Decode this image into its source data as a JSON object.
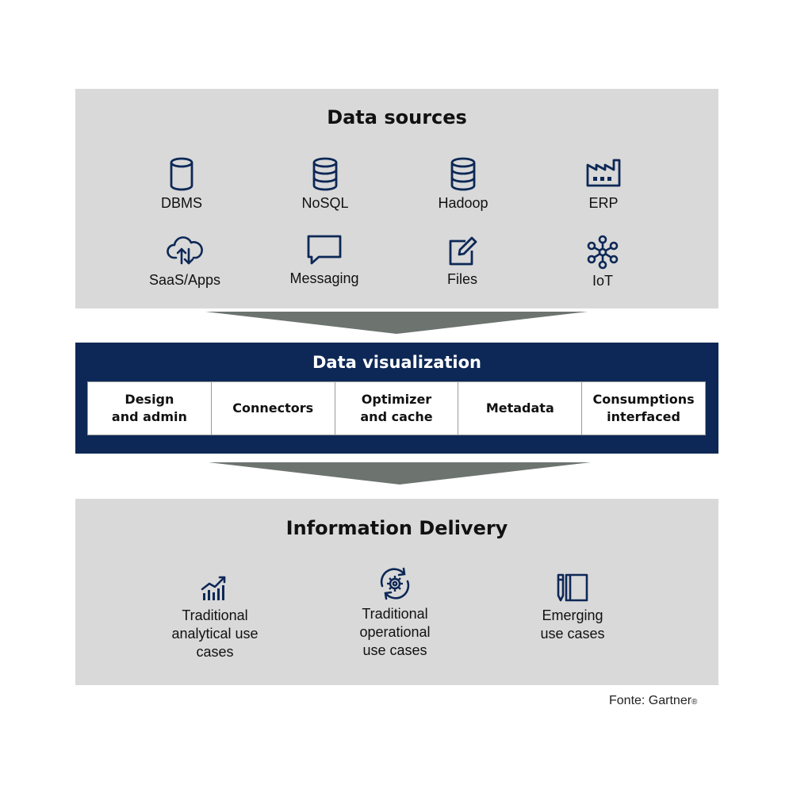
{
  "colors": {
    "panel_bg": "#d9d9d9",
    "viz_bg": "#0d2856",
    "icon": "#0d2856",
    "arrow": "#6d7470"
  },
  "data_sources": {
    "title": "Data sources",
    "items": [
      {
        "label": "DBMS",
        "icon": "cylinder-icon"
      },
      {
        "label": "NoSQL",
        "icon": "database-icon"
      },
      {
        "label": "Hadoop",
        "icon": "database-icon"
      },
      {
        "label": "ERP",
        "icon": "factory-icon"
      },
      {
        "label": "SaaS/Apps",
        "icon": "cloud-sync-icon"
      },
      {
        "label": "Messaging",
        "icon": "chat-bubble-icon"
      },
      {
        "label": "Files",
        "icon": "edit-document-icon"
      },
      {
        "label": "IoT",
        "icon": "network-nodes-icon"
      }
    ]
  },
  "data_visualization": {
    "title": "Data visualization",
    "components": [
      "Design\nand admin",
      "Connectors",
      "Optimizer\nand cache",
      "Metadata",
      "Consumptions\ninterfaced"
    ]
  },
  "information_delivery": {
    "title": "Information Delivery",
    "items": [
      {
        "label": "Traditional\nanalytical use\ncases",
        "icon": "bar-chart-trend-icon"
      },
      {
        "label": "Traditional\noperational\nuse cases",
        "icon": "gear-cycle-icon"
      },
      {
        "label": "Emerging\nuse cases",
        "icon": "notebook-pencil-icon"
      }
    ]
  },
  "footer": {
    "source": "Fonte: Gartner",
    "registered_mark": "®"
  }
}
